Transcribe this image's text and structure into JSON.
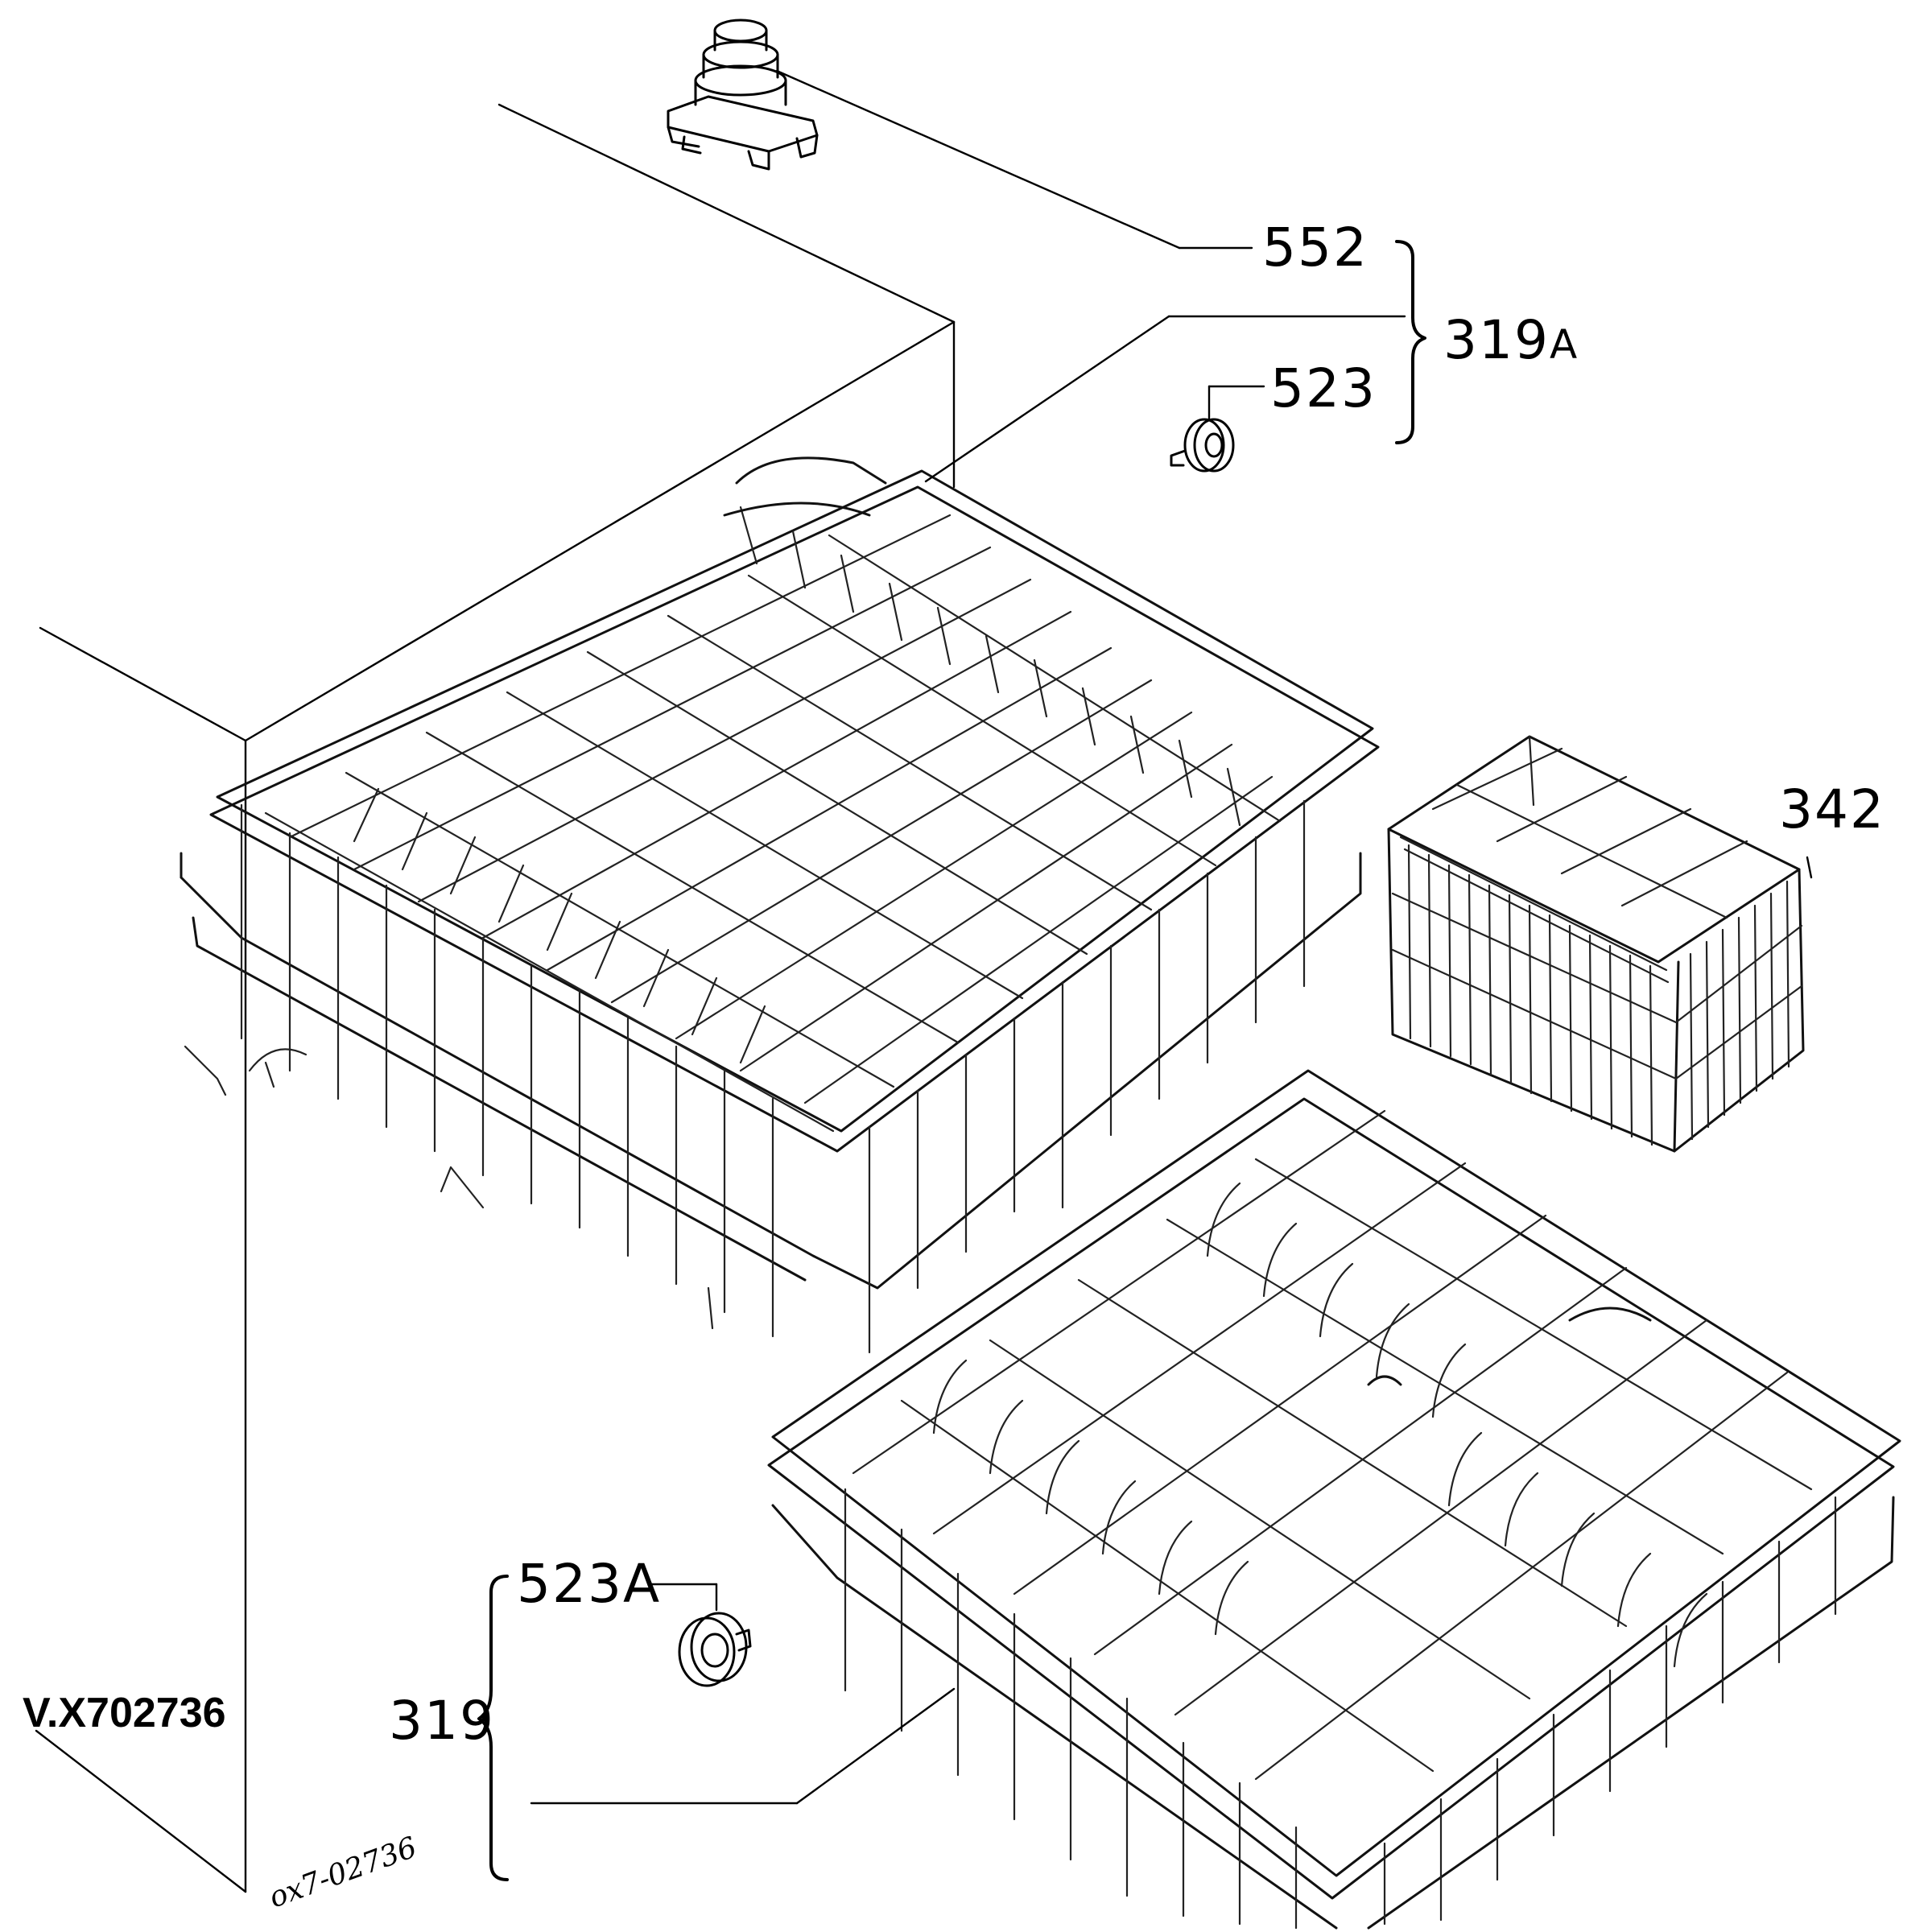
{
  "callouts": {
    "c552": "552",
    "c319A_main": "319",
    "c319A_suffix": "A",
    "c523": "523",
    "c342": "342",
    "c523A": "523A",
    "c319": "319"
  },
  "drawing_code": "V.X702736",
  "handwritten_note": "ox7-02736"
}
